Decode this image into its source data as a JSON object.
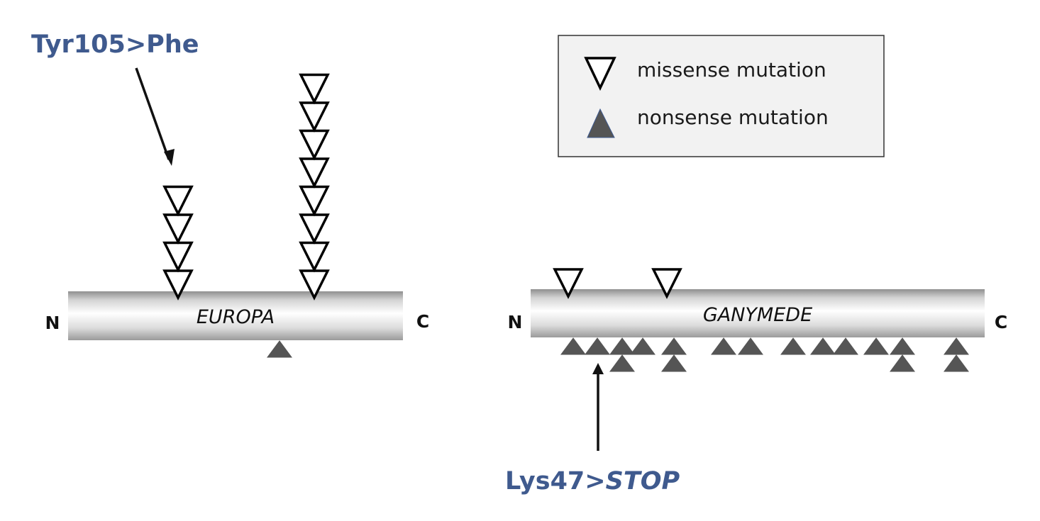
{
  "legend": {
    "missense_label": "missense mutation",
    "nonsense_label": "nonsense mutation"
  },
  "genes": [
    {
      "name": "EUROPA",
      "n_label": "N",
      "c_label": "C",
      "missense_stacks": [
        4,
        8
      ],
      "nonsense_stacks": [
        1
      ]
    },
    {
      "name": "GANYMEDE",
      "n_label": "N",
      "c_label": "C",
      "missense_stacks": [
        1,
        1
      ],
      "nonsense_stacks": [
        1,
        1,
        2,
        1,
        2,
        1,
        1,
        1,
        1,
        1,
        1,
        2,
        2
      ]
    }
  ],
  "callouts": {
    "europa_mutation": {
      "prefix": "Tyr105>Phe",
      "suffix": ""
    },
    "ganymede_mutation": {
      "prefix": "Lys47>",
      "suffix": "STOP"
    }
  },
  "colors": {
    "callout_text": "#3f5a8e",
    "nonsense_fill": "#555555",
    "legend_bg": "#f2f2f2",
    "bar_light": "#ffffff",
    "bar_dark": "#9a9a9a"
  }
}
